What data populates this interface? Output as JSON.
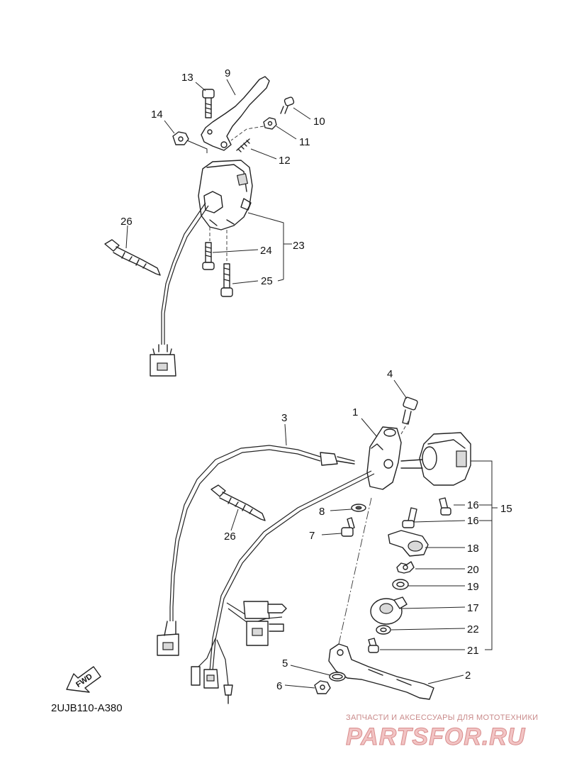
{
  "diagram": {
    "code": "2UJB110-A380",
    "fwd_label": "FWD",
    "callouts": {
      "c1": "1",
      "c2": "2",
      "c3": "3",
      "c4": "4",
      "c5": "5",
      "c6": "6",
      "c7": "7",
      "c8": "8",
      "c9": "9",
      "c10": "10",
      "c11": "11",
      "c12": "12",
      "c13": "13",
      "c14": "14",
      "c15": "15",
      "c16a": "16",
      "c16b": "16",
      "c17": "17",
      "c18": "18",
      "c19": "19",
      "c20": "20",
      "c21": "21",
      "c22": "22",
      "c23": "23",
      "c24": "24",
      "c25": "25",
      "c26a": "26",
      "c26b": "26"
    }
  },
  "watermark": {
    "tagline": "ЗАПЧАСТИ И АКСЕССУАРЫ ДЛЯ МОТОТЕХНИКИ",
    "brand": "PARTSFOR.RU"
  },
  "colors": {
    "line": "#222222",
    "watermark": "#f2c4c4"
  }
}
